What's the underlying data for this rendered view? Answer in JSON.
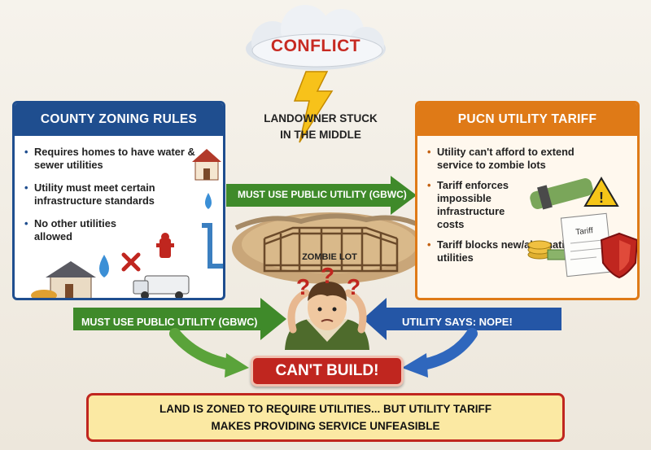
{
  "conflict_title": "CONFLICT",
  "center_caption": {
    "line1": "LANDOWNER STUCK",
    "line2": "IN THE MIDDLE"
  },
  "left_panel": {
    "title": "COUNTY ZONING RULES",
    "items": [
      "Requires homes to have water & sewer utilities",
      "Utility must meet certain infrastructure standards",
      "No other utilities allowed"
    ]
  },
  "right_panel": {
    "title": "PUCN UTILITY TARIFF",
    "items": [
      "Utility can't afford to extend service to zombie lots",
      "Tariff enforces impossible infrastructure costs",
      "Tariff blocks new/alternative utilities"
    ],
    "document_label": "Tariff"
  },
  "arrows": {
    "top": "MUST USE PUBLIC UTILITY (GBWC)",
    "left": "MUST USE PUBLIC UTILITY (GBWC)",
    "right": "UTILITY SAYS: NOPE!"
  },
  "zombie_lot_label": "ZOMBIE LOT",
  "question_marks": "? ? ?",
  "cant_build": "CAN'T BUILD!",
  "banner": {
    "line1": "LAND IS ZONED TO REQUIRE UTILITIES... BUT UTILITY TARIFF",
    "line2": "MAKES PROVIDING SERVICE UNFEASIBLE"
  },
  "colors": {
    "zoning_blue": "#1f4e8f",
    "tariff_orange": "#df7a17",
    "arrow_green": "#3f8a2a",
    "arrow_blue": "#2456a6",
    "alert_red": "#c0261f",
    "banner_yellow": "#fbe9a3"
  },
  "icons": [
    "cloud-icon",
    "lightning-icon",
    "house-icon",
    "water-drop-icon",
    "red-x-icon",
    "fire-hydrant-icon",
    "water-pipe-icon",
    "truck-icon",
    "pipe-money-icon",
    "warning-icon",
    "coins-icon",
    "tariff-document-icon",
    "shield-icon",
    "fence-icon",
    "confused-person-icon"
  ]
}
